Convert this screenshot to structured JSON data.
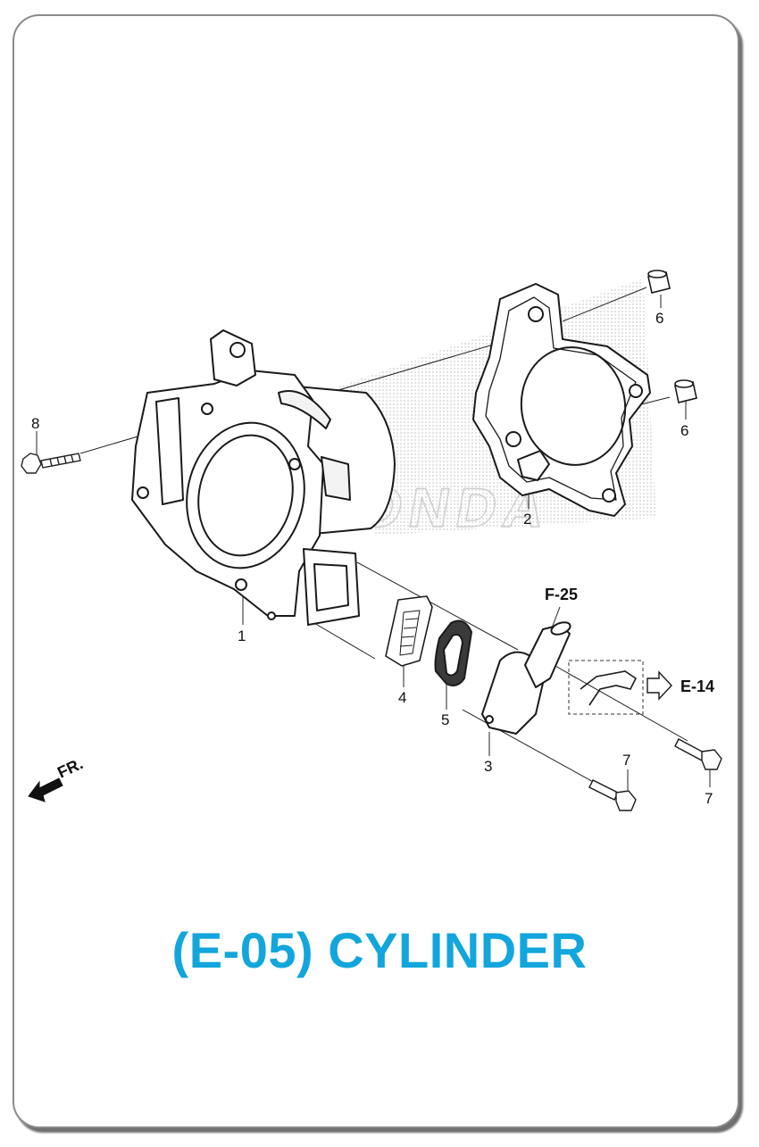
{
  "title": "(E-05) CYLINDER",
  "title_color": "#12a6dc",
  "watermark": "HONDA",
  "front_marker": "FR.",
  "references": {
    "f25": "F-25",
    "e14": "E-14"
  },
  "callouts": {
    "part1": "1",
    "part2": "2",
    "part3": "3",
    "part4": "4",
    "part5": "5",
    "part6a": "6",
    "part6b": "6",
    "part7a": "7",
    "part7b": "7",
    "part8": "8"
  }
}
